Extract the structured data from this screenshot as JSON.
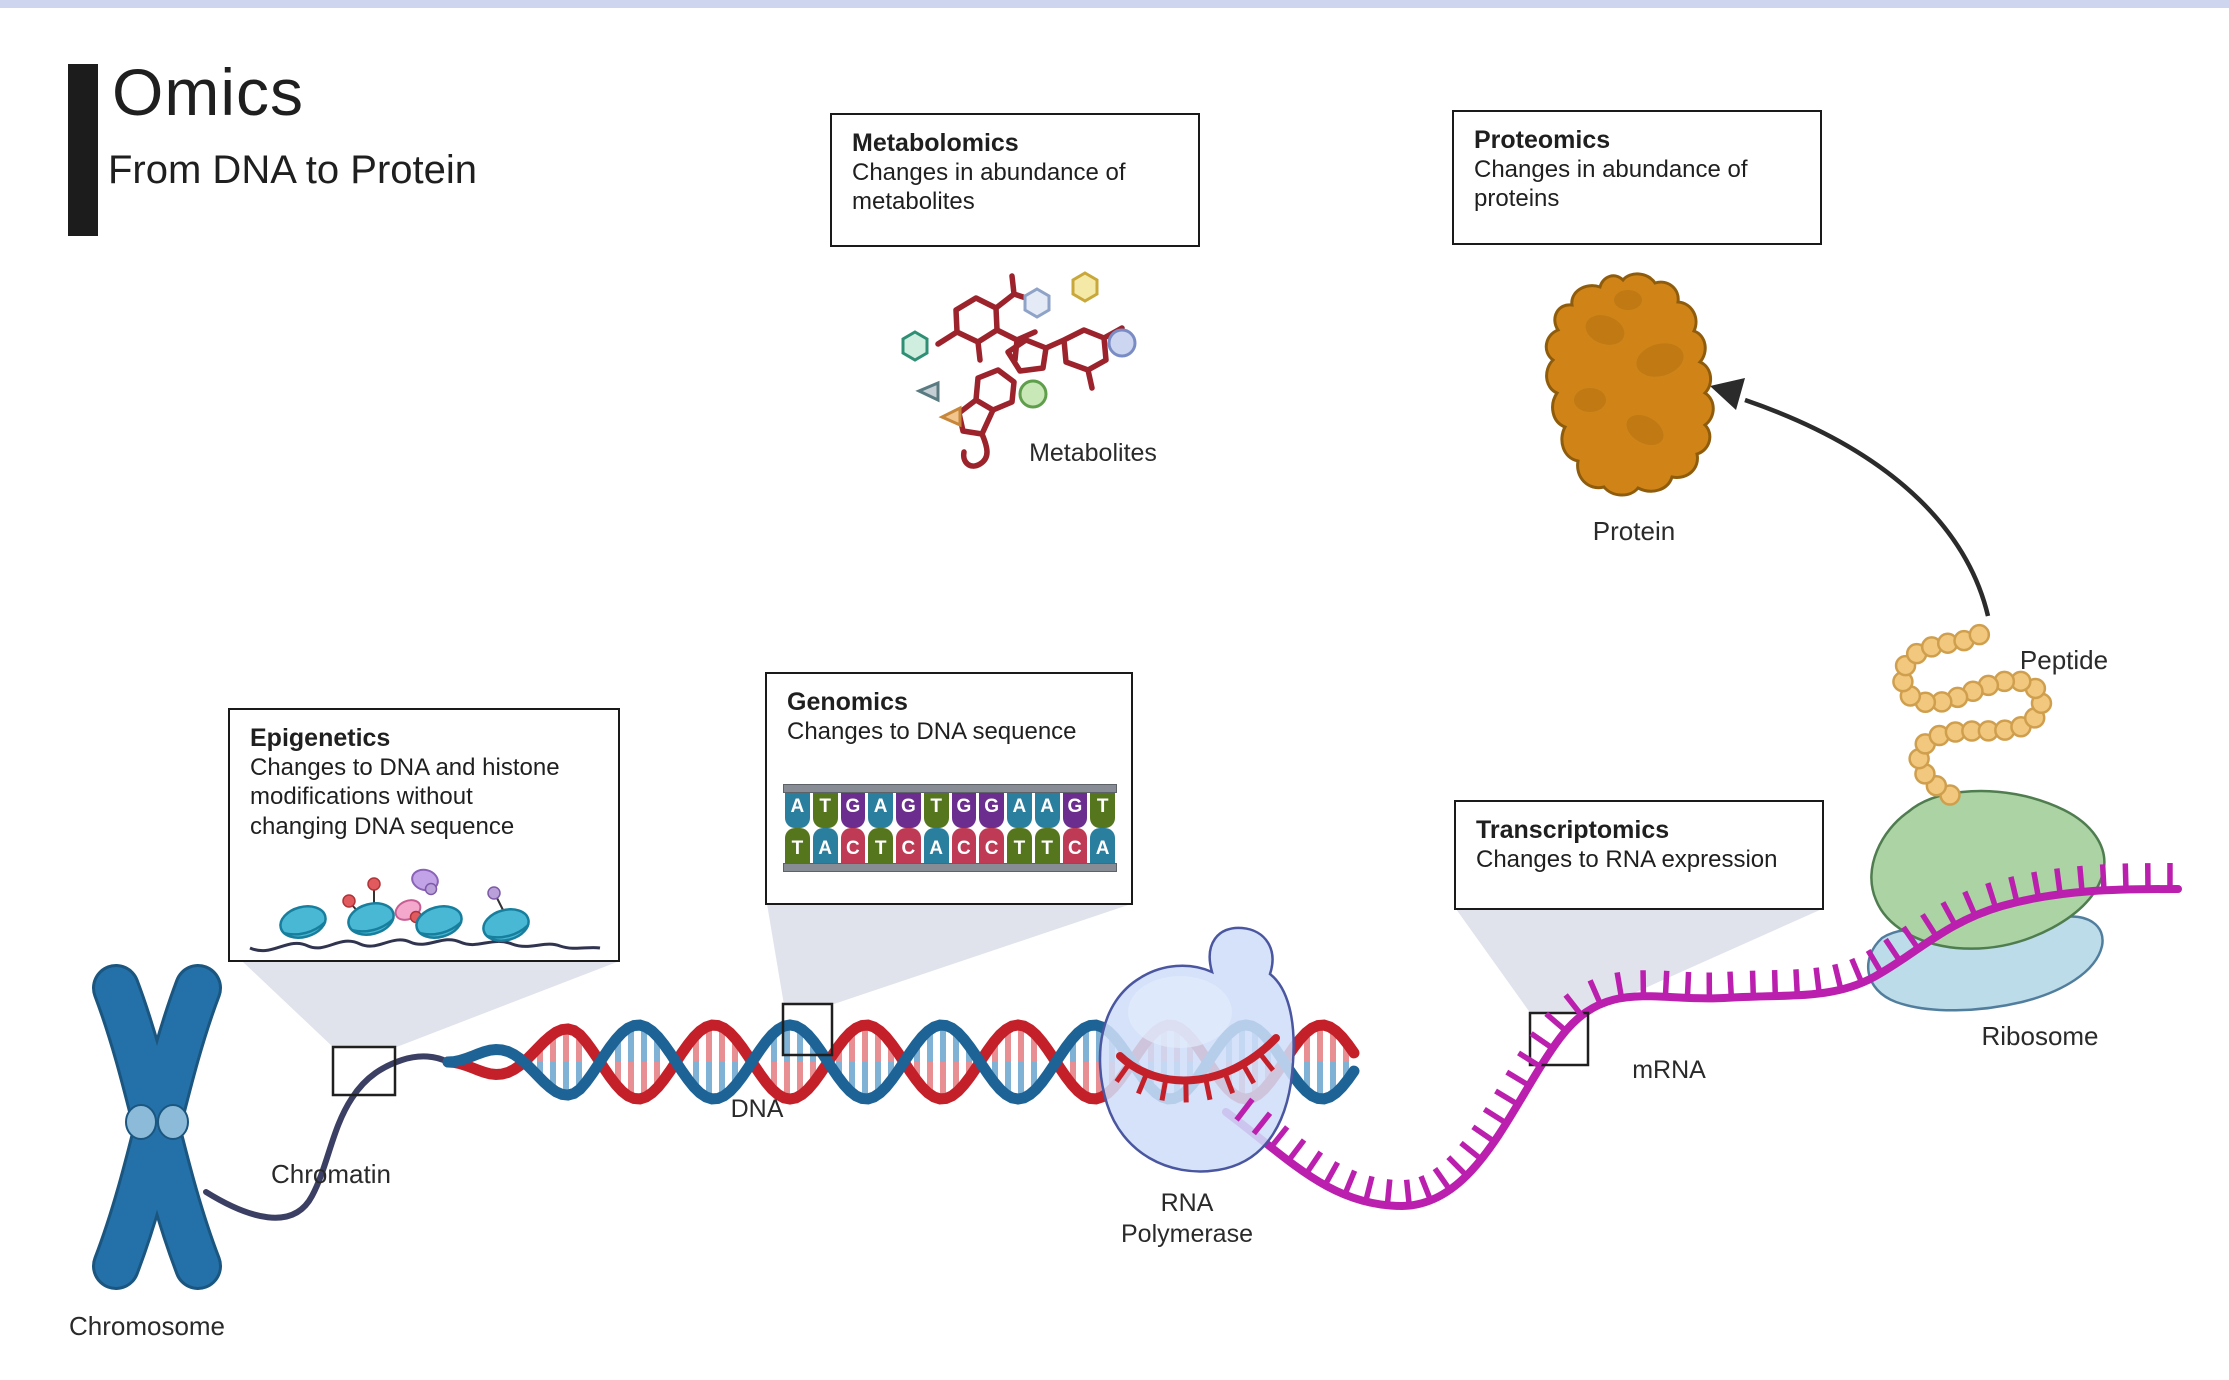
{
  "header": {
    "title": "Omics",
    "subtitle": "From DNA to Protein"
  },
  "boxes": {
    "metabolomics": {
      "title": "Metabolomics",
      "body": "Changes in abundance of\nmetabolites"
    },
    "proteomics": {
      "title": "Proteomics",
      "body": "Changes in abundance of\nproteins"
    },
    "epigenetics": {
      "title": "Epigenetics",
      "body": "Changes to DNA and histone\nmodifications without\nchanging DNA sequence"
    },
    "genomics": {
      "title": "Genomics",
      "body": "Changes to DNA sequence"
    },
    "transcriptomics": {
      "title": "Transcriptomics",
      "body": "Changes to RNA expression"
    }
  },
  "labels": {
    "chromosome": "Chromosome",
    "chromatin": "Chromatin",
    "dna": "DNA",
    "rna_polymerase": "RNA\nPolymerase",
    "mrna": "mRNA",
    "ribosome": "Ribosome",
    "peptide": "Peptide",
    "protein": "Protein",
    "metabolites": "Metabolites"
  },
  "genomics_sequence": {
    "top": [
      "A",
      "T",
      "G",
      "A",
      "G",
      "T",
      "G",
      "G",
      "A",
      "A",
      "G",
      "T"
    ],
    "bottom": [
      "T",
      "A",
      "C",
      "T",
      "C",
      "A",
      "C",
      "C",
      "T",
      "T",
      "C",
      "A"
    ],
    "base_colors": {
      "A": "#2b7f9e",
      "T": "#55761d",
      "G": "#6b2e8f",
      "C": "#bf3a55"
    }
  },
  "colors": {
    "accent_bar": "#cdd6ee",
    "dna_strand_red": "#c4202a",
    "dna_strand_blue": "#1d6396",
    "dna_rung_red_light": "#e88f94",
    "dna_rung_blue_light": "#7fb2d4",
    "mrna_magenta": "#bb1fae",
    "chromosome_blue": "#2470a8",
    "chromatin_navy": "#3b3f63",
    "ribosome_green": "#abd3a3",
    "ribosome_small_blue": "#bcdcea",
    "peptide_gold": "#f1c87d",
    "protein_orange": "#d08418",
    "polymerase_blue": "#cfdef8",
    "funnel_gray": "#e0e3ec",
    "metabolite_red": "#9c232b"
  }
}
